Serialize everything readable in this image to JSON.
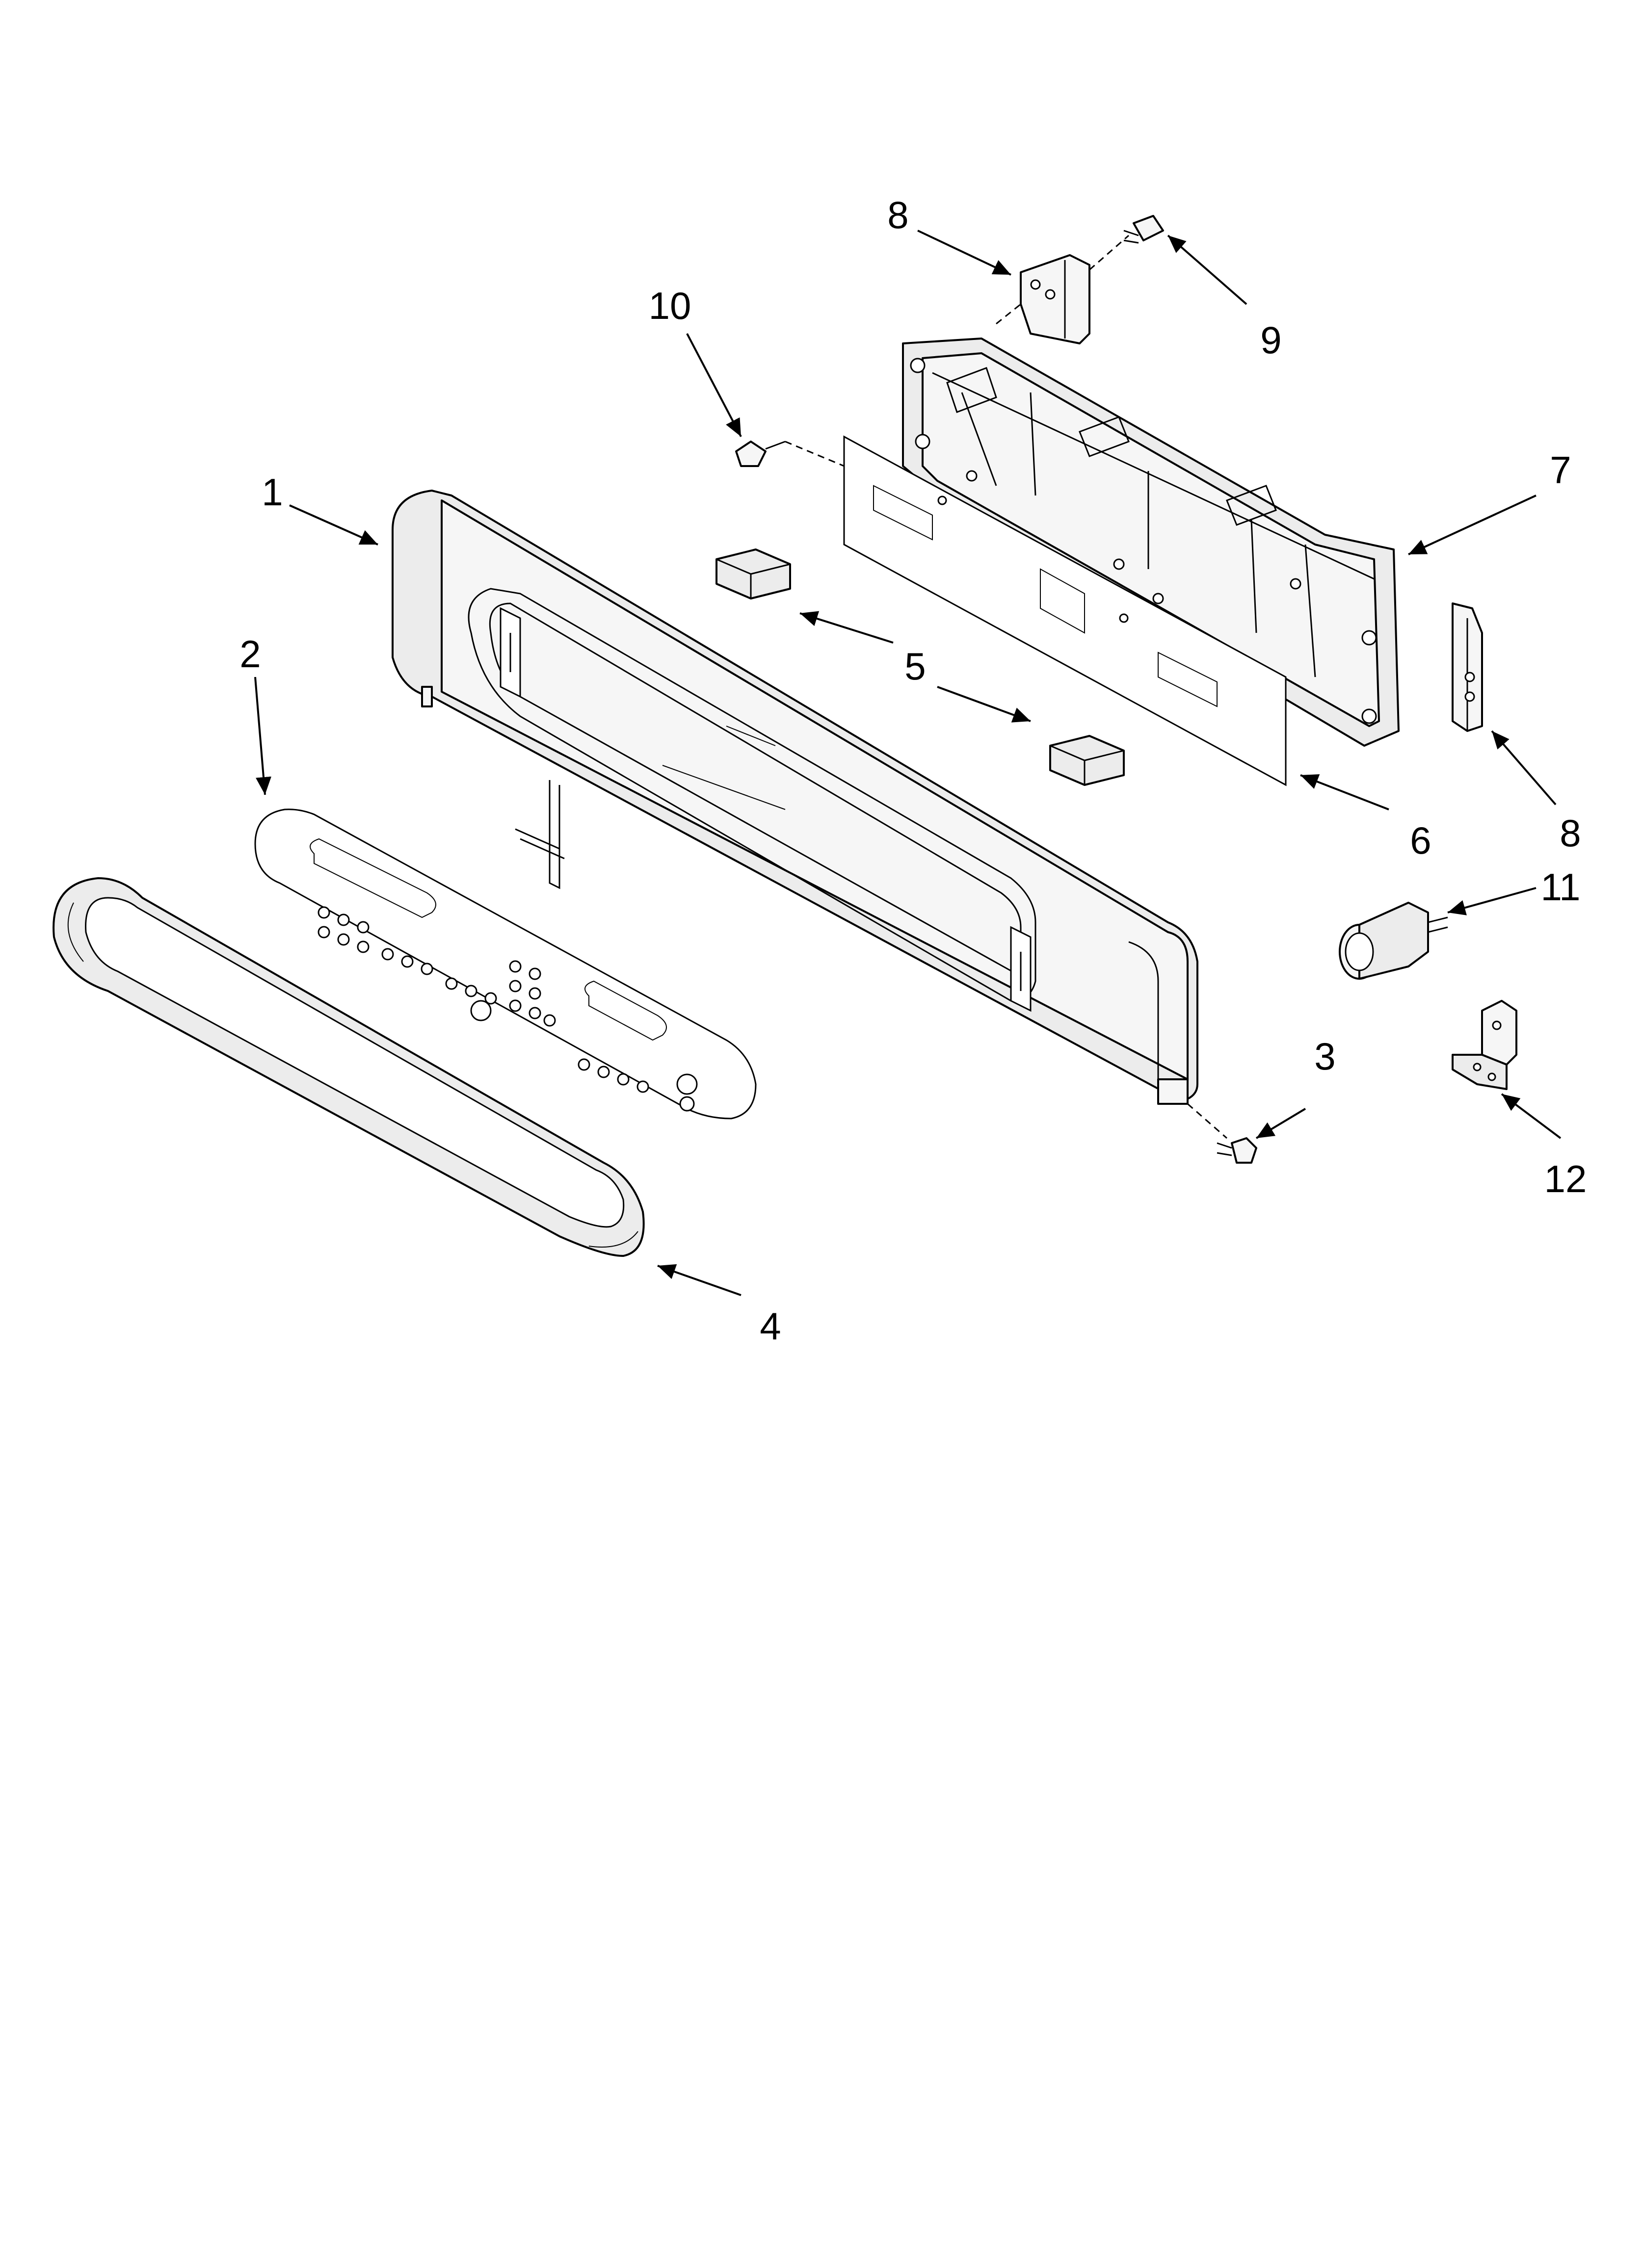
{
  "diagram": {
    "callouts": [
      {
        "id": "c1",
        "label": "1"
      },
      {
        "id": "c2",
        "label": "2"
      },
      {
        "id": "c3",
        "label": "3"
      },
      {
        "id": "c4",
        "label": "4"
      },
      {
        "id": "c5",
        "label": "5"
      },
      {
        "id": "c6",
        "label": "6"
      },
      {
        "id": "c7",
        "label": "7"
      },
      {
        "id": "c8a",
        "label": "8"
      },
      {
        "id": "c8b",
        "label": "8"
      },
      {
        "id": "c9",
        "label": "9"
      },
      {
        "id": "c10",
        "label": "10"
      },
      {
        "id": "c11",
        "label": "11"
      },
      {
        "id": "c12",
        "label": "12"
      }
    ]
  }
}
